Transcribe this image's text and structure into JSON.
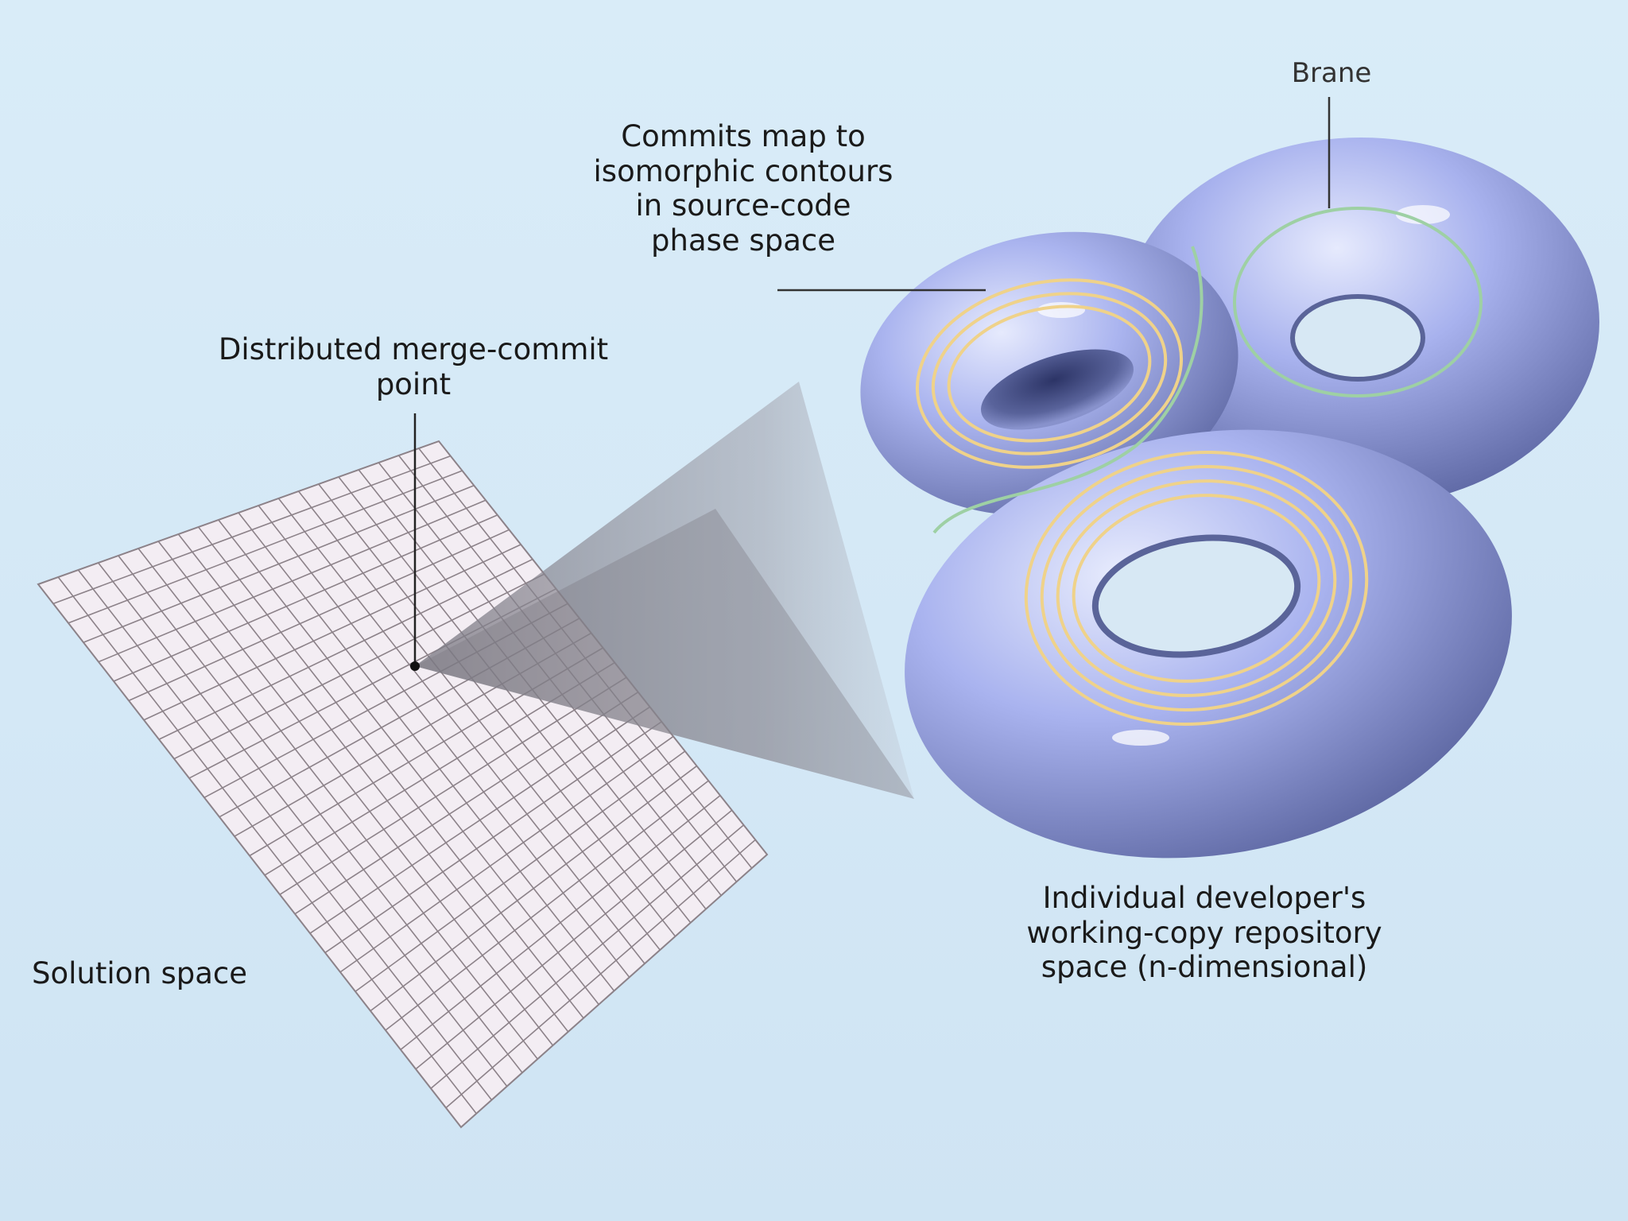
{
  "labels": {
    "brane": "Brane",
    "commits": "Commits map to\nisomorphic contours\nin source-code\nphase space",
    "merge_point": "Distributed merge-commit\npoint",
    "solution_space": "Solution space",
    "developer_space": "Individual developer's\nworking-copy repository\nspace (n-dimensional)"
  },
  "colors": {
    "background": "#d6e9f6",
    "grid_fill": "#f3edf3",
    "grid_line": "#8c8289",
    "surface": "#a9b3ee",
    "surface_highlight": "#e4e8fc",
    "surface_shadow": "#5c669e",
    "contour_commits": "#efd28a",
    "contour_brane": "#9ed0a4",
    "projection": "#8c8a94"
  }
}
